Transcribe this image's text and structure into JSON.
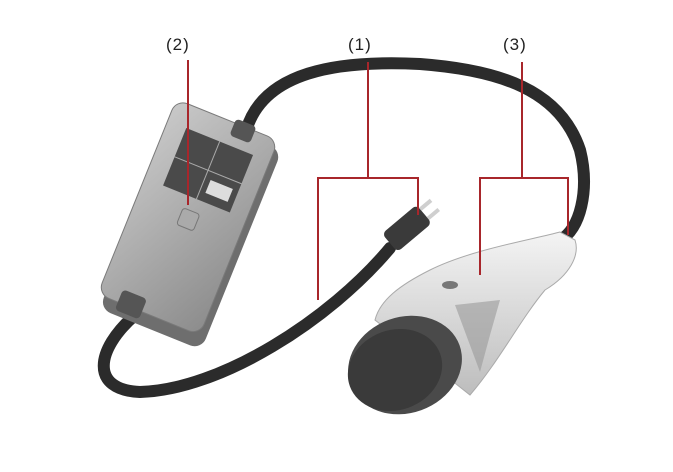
{
  "labels": {
    "control_box": "(2)",
    "cable": "(1)",
    "connector": "(3)"
  },
  "colors": {
    "leader_line": "#a8262b",
    "cable": "#2b2b2b",
    "control_box": "#9a9a9a"
  }
}
